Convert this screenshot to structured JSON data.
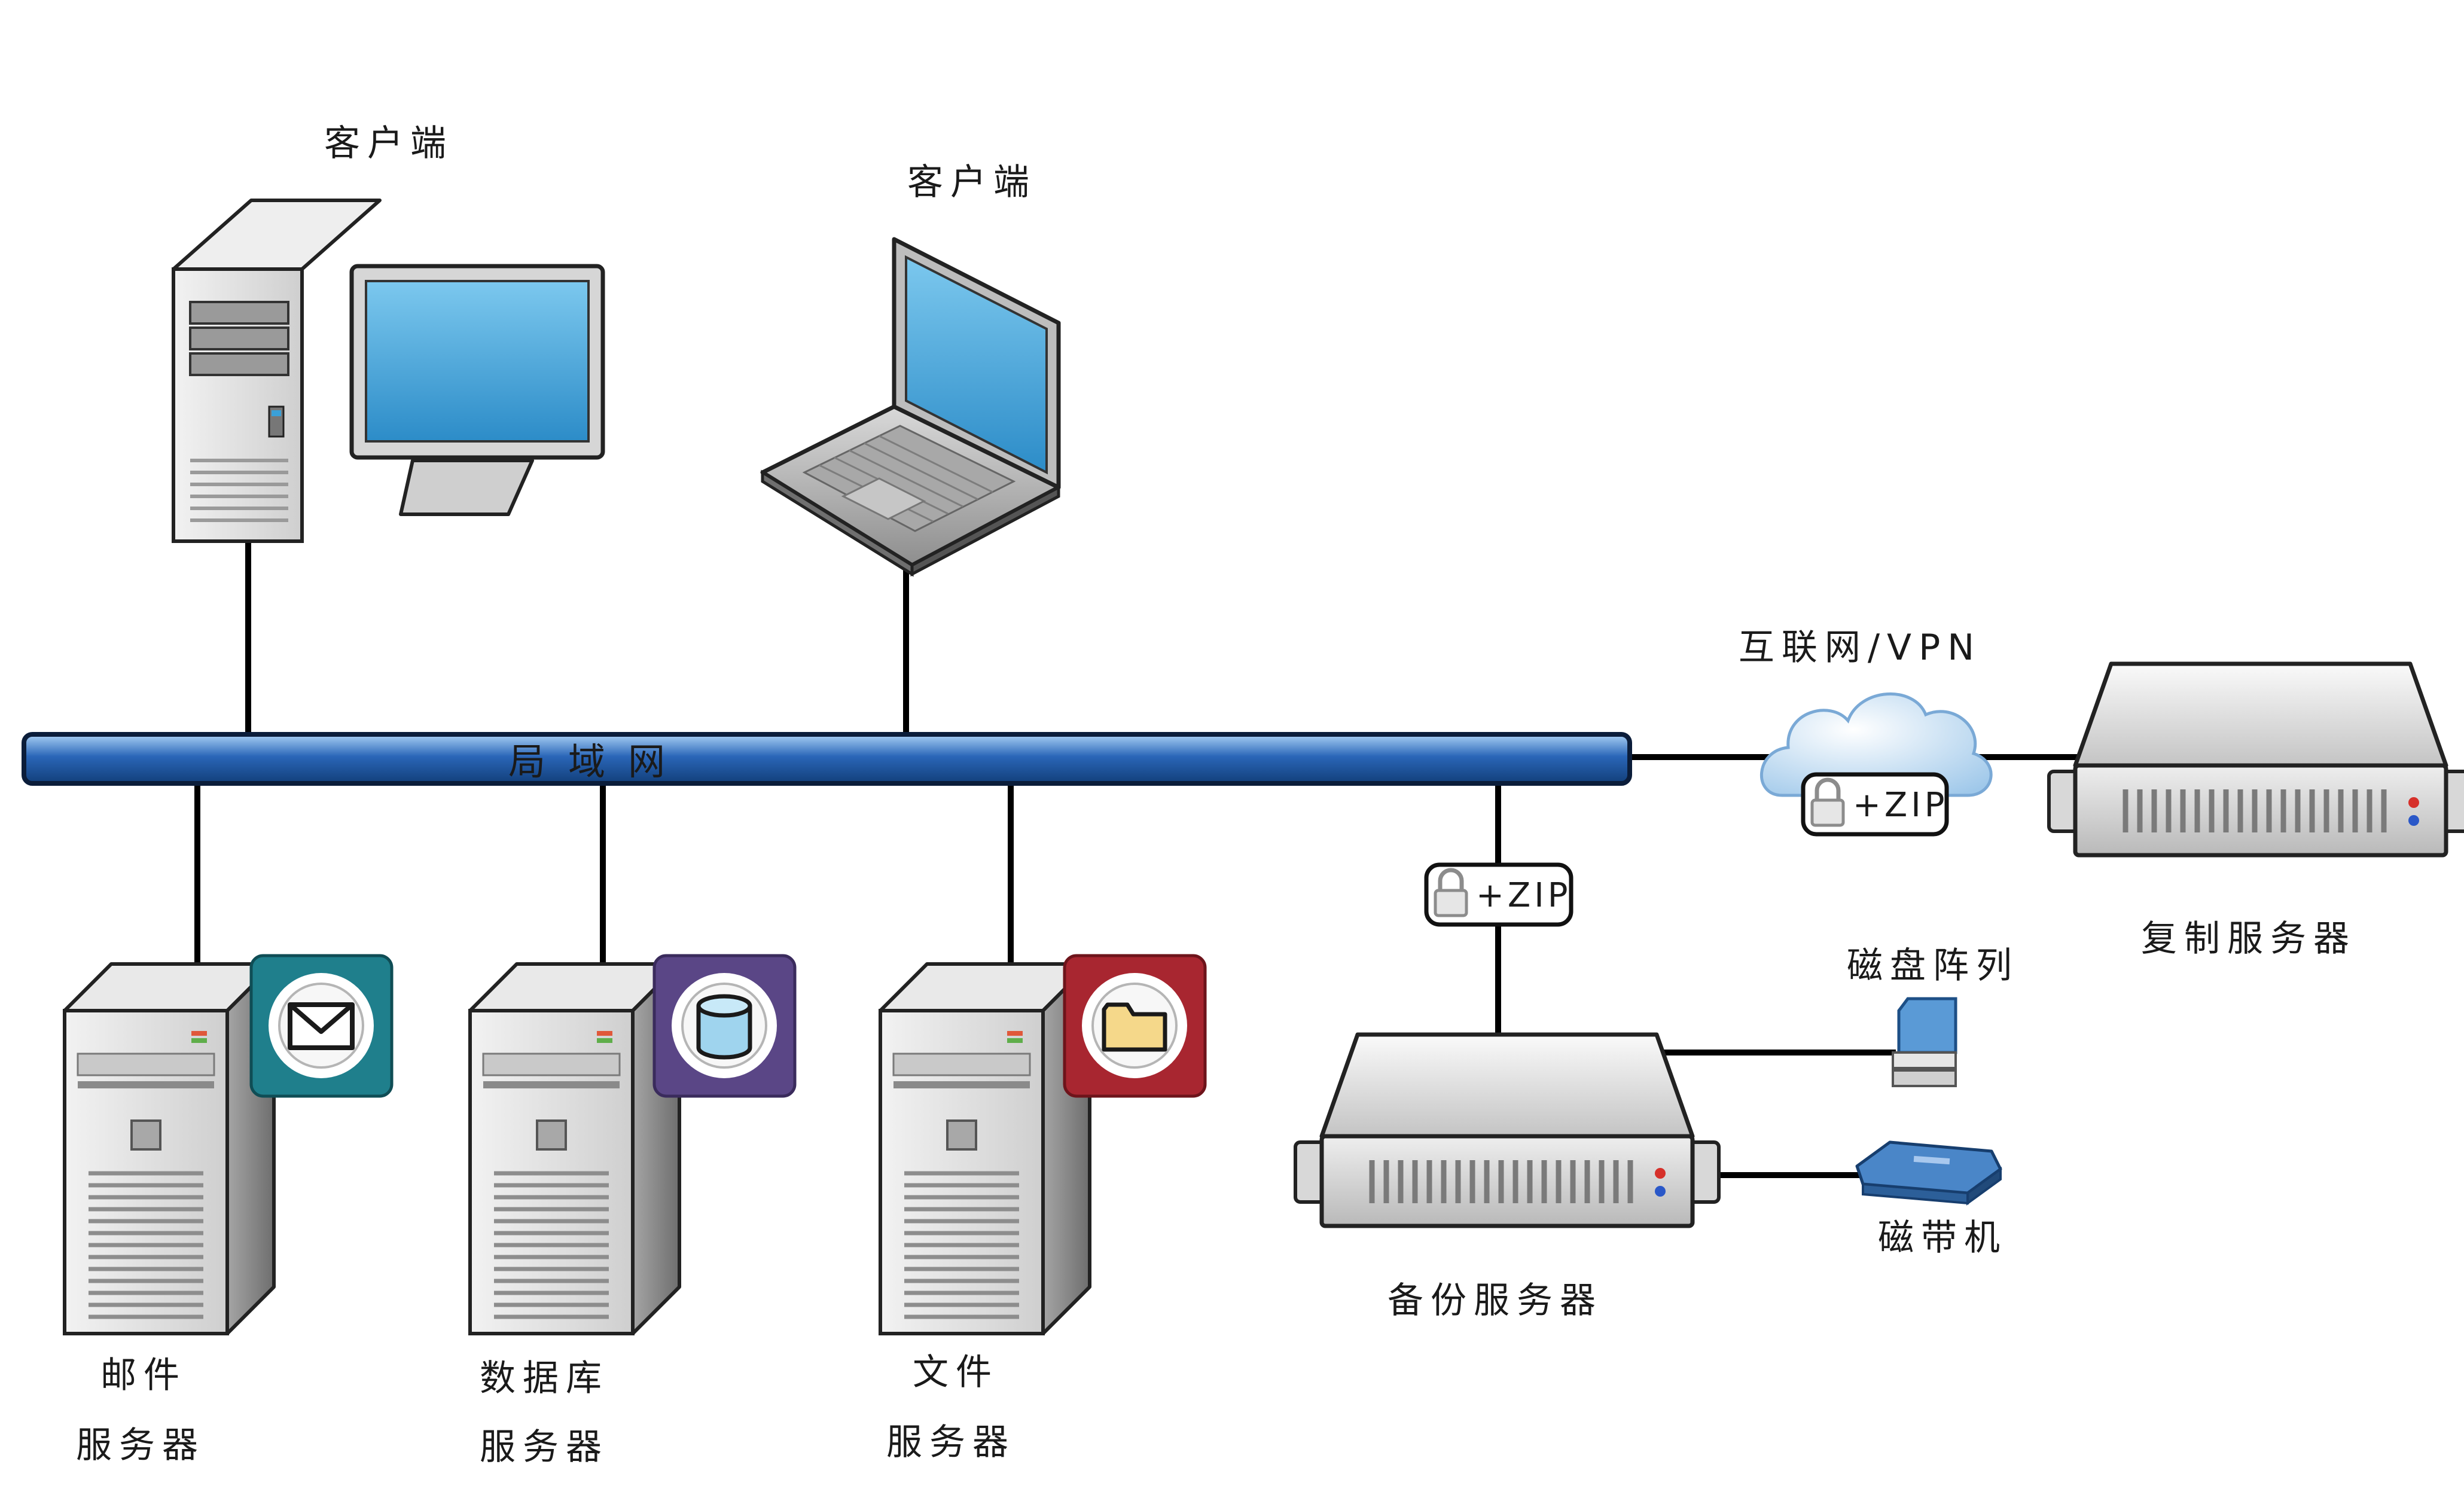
{
  "nodes": {
    "desktop_client": "客户端",
    "laptop_client": "客户端",
    "lan": "局域网",
    "internet": "互联网/VPN",
    "replica_server": "复制服务器",
    "disk_array": "磁盘阵列",
    "tape_drive": "磁带机",
    "backup_server": "备份服务器",
    "mail_server": {
      "line1": "邮件",
      "line2": "服务器"
    },
    "db_server": {
      "line1": "数据库",
      "line2": "服务器"
    },
    "file_server": {
      "line1": "文件",
      "line2": "服务器"
    }
  },
  "badges": {
    "cloud": "+ZIP",
    "backup_link": "+ZIP"
  },
  "colors": {
    "lan_bar": "#2a66b8",
    "screen": "#3aa0d8",
    "mail_app": "#1f7f8c",
    "db_app": "#5a4686",
    "file_app": "#a82630",
    "line": "#000000"
  },
  "icons": {
    "mail_app": "envelope-icon",
    "db_app": "database-icon",
    "file_app": "folder-icon",
    "badge": "lock-icon"
  }
}
